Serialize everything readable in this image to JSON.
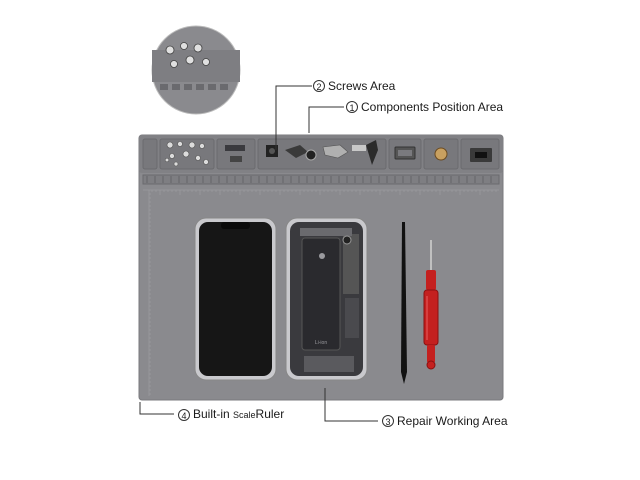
{
  "callouts": {
    "screws": {
      "number": "2",
      "text": "Screws Area"
    },
    "components": {
      "number": "1",
      "text": "Components Position Area"
    },
    "ruler": {
      "number": "4",
      "text_before": "Built-in ",
      "text_small": "Scale",
      "text_after": "Ruler"
    },
    "working": {
      "number": "3",
      "text": "Repair Working Area"
    }
  },
  "colors": {
    "mat": "#8a8a8e",
    "mat_dark": "#6f6f73",
    "phone_frame": "#c9c9cd",
    "screen": "#161616",
    "battery": "#2a2a2e",
    "screwdriver_red": "#c4201f"
  },
  "battery_text": "Li-ion"
}
